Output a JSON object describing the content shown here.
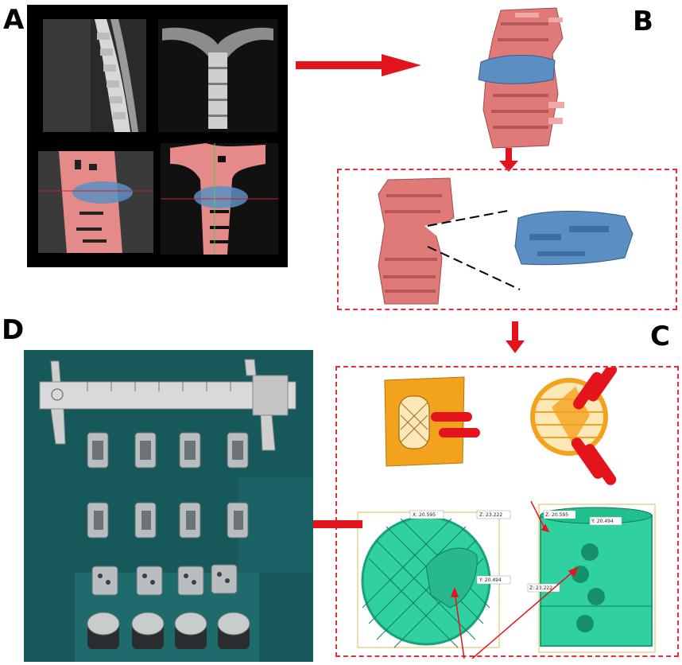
{
  "panels": {
    "a": {
      "letter": "A"
    },
    "b": {
      "letter": "B"
    },
    "c": {
      "letter": "C"
    },
    "d": {
      "letter": "D"
    }
  },
  "model_labels": {
    "dim_x_top": "X: 20.595",
    "dim_z_top": "Z: 23.222",
    "dim_y_right": "Y: 20.494",
    "dim_z_cyl_top": "Z: 20.595",
    "dim_y_cyl": "Y: 20.494",
    "dim_z_cyl_mid": "Z: 23.222"
  },
  "colors": {
    "arrow": "#e3141c",
    "bone_pink": "#e07a78",
    "lesion_blue": "#5b8fc4",
    "implant_orange": "#f2a21c",
    "implant_green": "#2fd1a0",
    "photo_bg": "#17585a"
  },
  "icons": [
    "arrow-right-icon",
    "arrow-down-icon",
    "arrow-left-icon"
  ]
}
